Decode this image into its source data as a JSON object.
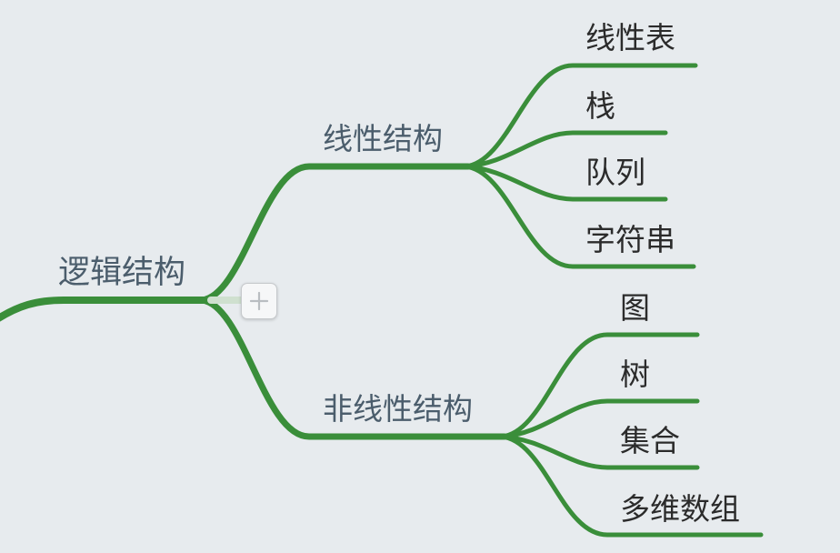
{
  "mindmap": {
    "root": "逻辑结构",
    "expand_button": "plus-icon",
    "branch_color": "#3a8e3a",
    "groups": [
      {
        "label": "线性结构",
        "children": [
          "线性表",
          "栈",
          "队列",
          "字符串"
        ]
      },
      {
        "label": "非线性结构",
        "children": [
          "图",
          "树",
          "集合",
          "多维数组"
        ]
      }
    ]
  }
}
